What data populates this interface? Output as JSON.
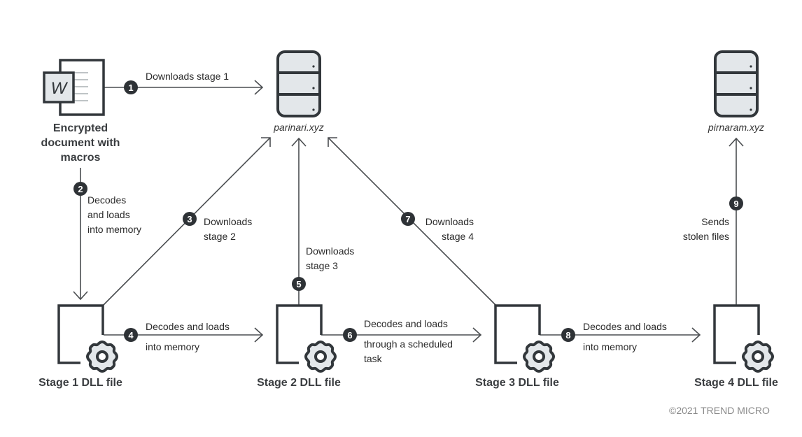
{
  "colors": {
    "stroke": "#32373b",
    "fill": "#e3e7ea",
    "line": "#4a4d50",
    "badge": "#2e3236",
    "copyright": "#8a8a8a"
  },
  "nodes": {
    "document": {
      "label_lines": [
        "Encrypted",
        "document with",
        "macros"
      ],
      "icon": "word-document-icon",
      "glyph": "W"
    },
    "server1": {
      "label": "parinari.xyz",
      "icon": "server-icon"
    },
    "server2": {
      "label": "pirnaram.xyz",
      "icon": "server-icon"
    },
    "stage1": {
      "label": "Stage 1 DLL file",
      "icon": "dll-file-icon"
    },
    "stage2": {
      "label": "Stage 2 DLL file",
      "icon": "dll-file-icon"
    },
    "stage3": {
      "label": "Stage 3 DLL file",
      "icon": "dll-file-icon"
    },
    "stage4": {
      "label": "Stage 4 DLL file",
      "icon": "dll-file-icon"
    }
  },
  "steps": [
    {
      "num": "1",
      "lines": [
        "Downloads stage 1"
      ]
    },
    {
      "num": "2",
      "lines": [
        "Decodes",
        "and loads",
        "into memory"
      ]
    },
    {
      "num": "3",
      "lines": [
        "Downloads",
        "stage 2"
      ]
    },
    {
      "num": "4",
      "lines": [
        "Decodes and loads",
        "into memory"
      ]
    },
    {
      "num": "5",
      "lines": [
        "Downloads",
        "stage 3"
      ]
    },
    {
      "num": "6",
      "lines": [
        "Decodes and loads",
        "through a scheduled",
        "task"
      ]
    },
    {
      "num": "7",
      "lines": [
        "Downloads",
        "stage 4"
      ]
    },
    {
      "num": "8",
      "lines": [
        "Decodes and loads",
        "into memory"
      ]
    },
    {
      "num": "9",
      "lines": [
        "Sends",
        "stolen files"
      ]
    }
  ],
  "copyright": "©2021 TREND MICRO"
}
